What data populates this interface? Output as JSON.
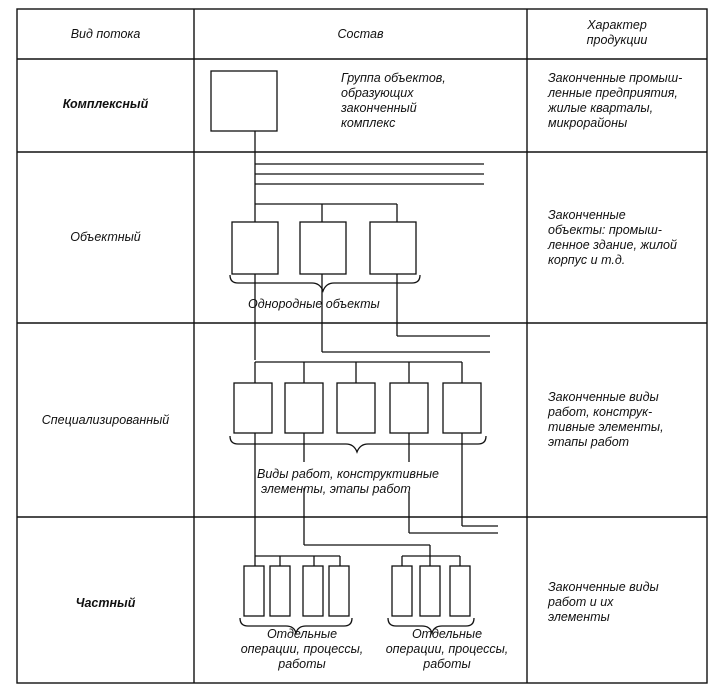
{
  "header": {
    "col_type": "Вид потока",
    "col_composition": "Состав",
    "col_product": [
      "Характер",
      "продукции"
    ]
  },
  "rows": [
    {
      "type": "Комплексный",
      "composition_note": [
        "Группа объектов,",
        "образующих",
        "законченный",
        "комплекс"
      ],
      "product": [
        "Законченные промыш-",
        "ленные предприятия,",
        "жилые кварталы,",
        "микрорайоны"
      ]
    },
    {
      "type": "Объектный",
      "composition_note": [
        "Однородные объекты"
      ],
      "product": [
        "Законченные",
        "объекты: промыш-",
        "ленное здание, жилой",
        "корпус и т.д."
      ]
    },
    {
      "type": "Специализированный",
      "composition_note": [
        "Виды работ, конструктивные",
        "элементы, этапы работ"
      ],
      "product": [
        "Законченные виды",
        "работ, конструк-",
        "тивные элементы,",
        "этапы работ"
      ]
    },
    {
      "type": "Частный",
      "composition_note_left": [
        "Отдельные",
        "операции, процессы,",
        "работы"
      ],
      "composition_note_right": [
        "Отдельные",
        "операции, процессы,",
        "работы"
      ],
      "product": [
        "Законченные виды",
        "работ и их",
        "элементы"
      ]
    }
  ]
}
